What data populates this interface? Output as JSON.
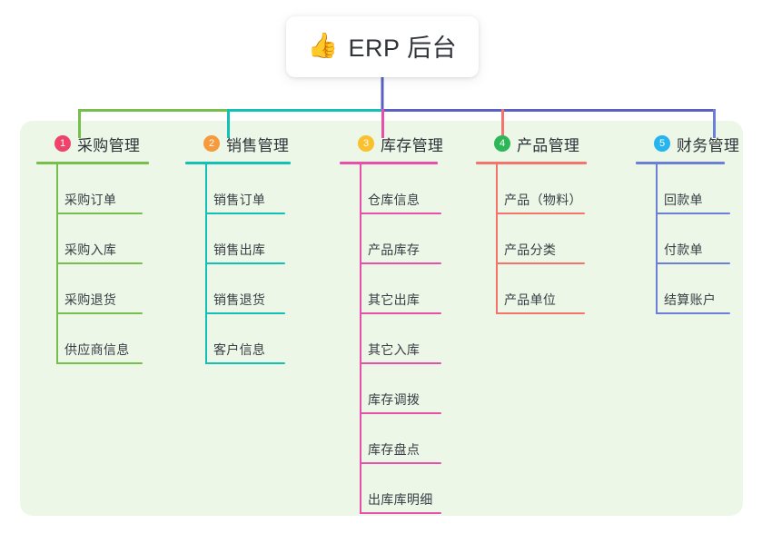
{
  "root": {
    "icon": "thumbs-up-emoji",
    "icon_glyph": "👍",
    "title": "ERP 后台"
  },
  "panel": {
    "background_color": "#ecf7e8"
  },
  "connector_colors": {
    "trunk": "#5b61c4",
    "branch_left": "#76bf4c",
    "branch_mid": "#12c0b5",
    "branch_right": "#5b61c4"
  },
  "columns": [
    {
      "number": "1",
      "title": "采购管理",
      "badge_color": "#f0436a",
      "line_color": "#76bf4c",
      "items": [
        {
          "label": "采购订单"
        },
        {
          "label": "采购入库"
        },
        {
          "label": "采购退货"
        },
        {
          "label": "供应商信息"
        }
      ]
    },
    {
      "number": "2",
      "title": "销售管理",
      "badge_color": "#f79a3c",
      "line_color": "#12c0b5",
      "items": [
        {
          "label": "销售订单"
        },
        {
          "label": "销售出库"
        },
        {
          "label": "销售退货"
        },
        {
          "label": "客户信息"
        }
      ]
    },
    {
      "number": "3",
      "title": "库存管理",
      "badge_color": "#fbc02d",
      "line_color": "#e84fa8",
      "items": [
        {
          "label": "仓库信息"
        },
        {
          "label": "产品库存"
        },
        {
          "label": "其它出库"
        },
        {
          "label": "其它入库"
        },
        {
          "label": "库存调拨"
        },
        {
          "label": "库存盘点"
        },
        {
          "label": "出库库明细"
        }
      ]
    },
    {
      "number": "4",
      "title": "产品管理",
      "badge_color": "#2db757",
      "line_color": "#f4736b",
      "items": [
        {
          "label": "产品（物料）"
        },
        {
          "label": "产品分类"
        },
        {
          "label": "产品单位"
        }
      ]
    },
    {
      "number": "5",
      "title": "财务管理",
      "badge_color": "#26b4f0",
      "line_color": "#6b7fd7",
      "items": [
        {
          "label": "回款单"
        },
        {
          "label": "付款单"
        },
        {
          "label": "结算账户"
        }
      ]
    }
  ]
}
